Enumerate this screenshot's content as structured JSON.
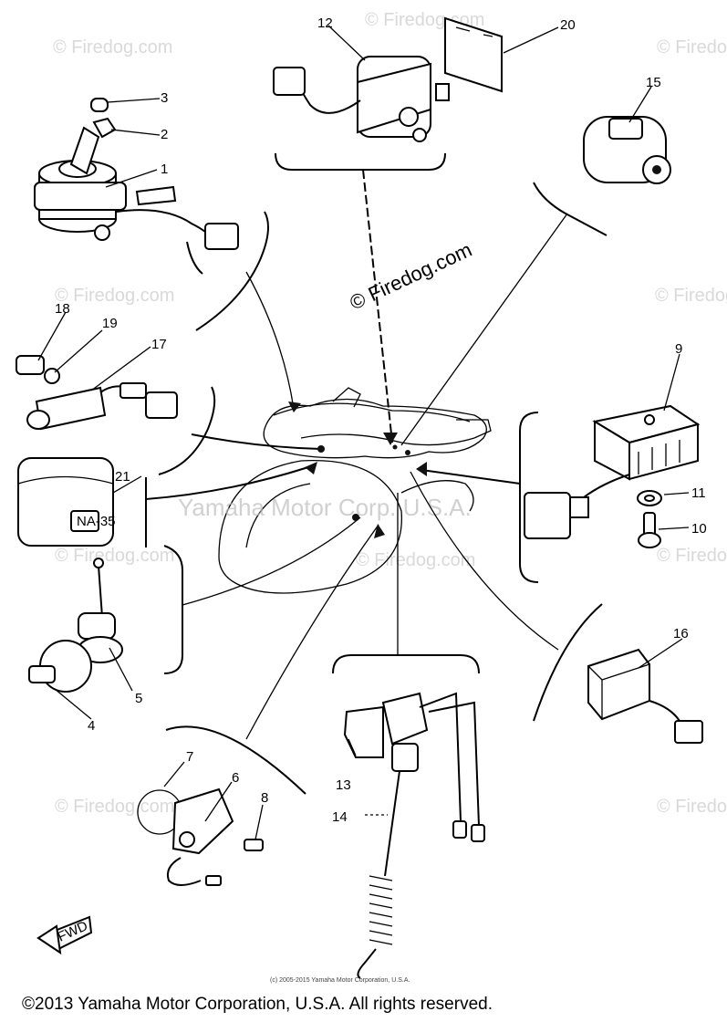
{
  "watermark": {
    "corner_text": "© Firedog.com",
    "center_text": "© Firedog.com",
    "band_text": "Yamaha Motor Corp. U.S.A."
  },
  "part_numbers": {
    "p1": "1",
    "p2": "2",
    "p3": "3",
    "p4": "4",
    "p5": "5",
    "p6": "6",
    "p7": "7",
    "p8": "8",
    "p9": "9",
    "p10": "10",
    "p11": "11",
    "p12": "12",
    "p13": "13",
    "p14": "14",
    "p15": "15",
    "p16": "16",
    "p17": "17",
    "p18": "18",
    "p19": "19",
    "p20": "20",
    "p21": "21"
  },
  "fwd_label": "FWD",
  "relay_marking": "NA-35",
  "small_copyright": "(c) 2005-2015 Yamaha Motor Corporation, U.S.A.",
  "footer_copyright": "©2013 Yamaha Motor Corporation, U.S.A. All rights reserved."
}
